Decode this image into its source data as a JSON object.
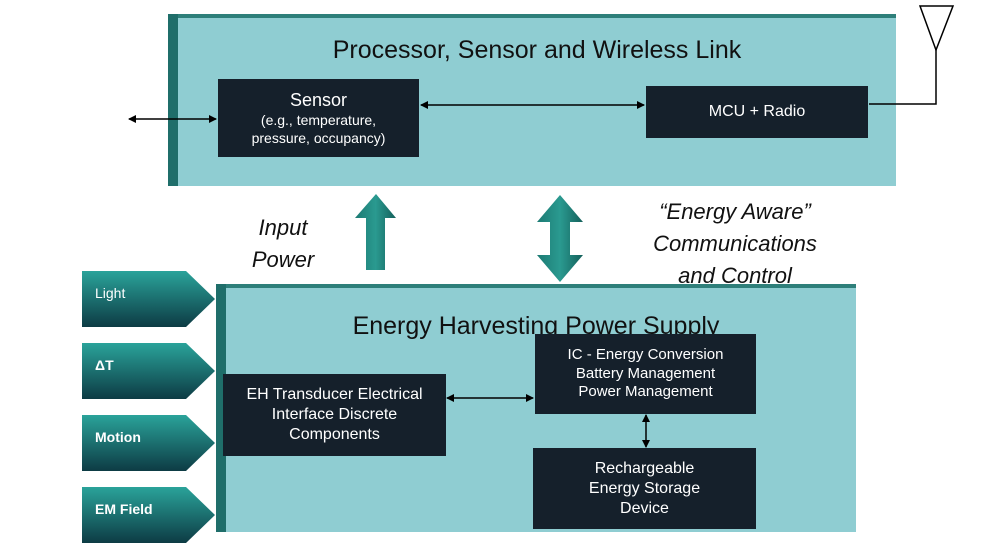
{
  "top_panel": {
    "title": "Processor, Sensor and Wireless Link",
    "sensor": {
      "title": "Sensor",
      "line1": "(e.g., temperature,",
      "line2": "pressure, occupancy)"
    },
    "mcu": "MCU + Radio"
  },
  "middle": {
    "input_power_line1": "Input",
    "input_power_line2": "Power",
    "energy_aware_line1": "“Energy Aware”",
    "energy_aware_line2": "Communications",
    "energy_aware_line3": "and Control"
  },
  "bottom_panel": {
    "title": "Energy Harvesting Power Supply",
    "transducer": {
      "line1": "EH Transducer Electrical",
      "line2": "Interface Discrete",
      "line3": "Components"
    },
    "ic": {
      "line1": "IC  - Energy Conversion",
      "line2": "Battery Management",
      "line3": "Power Management"
    },
    "storage": {
      "line1": "Rechargeable",
      "line2": "Energy Storage",
      "line3": "Device"
    }
  },
  "inputs": [
    {
      "label": "Light"
    },
    {
      "label": "ΔT"
    },
    {
      "label": "Motion"
    },
    {
      "label": "EM Field"
    }
  ],
  "colors": {
    "panel_fill": "#8fcdd2",
    "panel_edge": "#1f6e6a",
    "box_fill": "#15202b",
    "arrow_teal": "#1c7a73"
  }
}
